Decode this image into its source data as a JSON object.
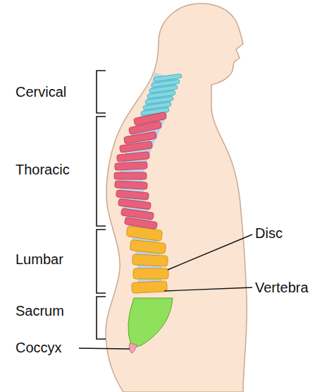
{
  "diagram": {
    "labels": [
      "Cervical",
      "Thoracic",
      "Lumbar",
      "Disc",
      "Vertebra",
      "Sacrum",
      "Coccyx"
    ]
  }
}
